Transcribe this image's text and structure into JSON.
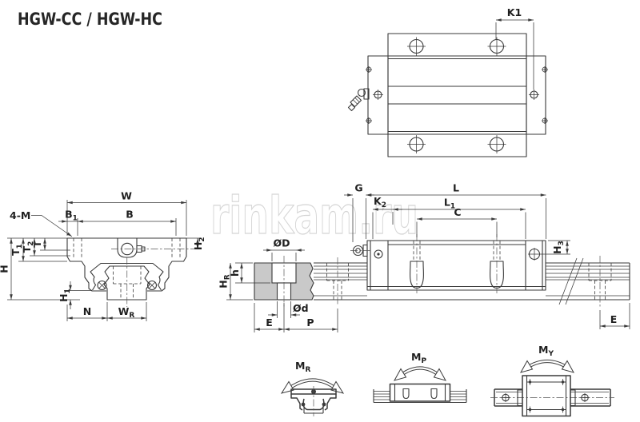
{
  "title": "HGW-CC / HGW-HC",
  "watermark": "rinkam.ru",
  "colors": {
    "line": "#3a3a3a",
    "text": "#1f1f1f",
    "rail_fill": "#c9c9c9",
    "watermark": "#d4d4d4"
  },
  "top_view": {
    "k1": "K1"
  },
  "front_view": {
    "w": "W",
    "b": "B",
    "b1": {
      "m": "B",
      "s": "1"
    },
    "m4": "4-M",
    "t": "T",
    "t1": {
      "m": "T",
      "s": "1"
    },
    "t2": {
      "m": "T",
      "s": "2"
    },
    "h": "H",
    "h1": {
      "m": "H",
      "s": "1"
    },
    "h2": {
      "m": "H",
      "s": "2"
    },
    "n": "N",
    "wr": {
      "m": "W",
      "s": "R"
    }
  },
  "rail_section": {
    "d_outer": "ØD",
    "d_inner": "Ød",
    "hr": {
      "m": "H",
      "s": "R"
    },
    "h": "h",
    "e": "E",
    "p": "P"
  },
  "side_view": {
    "g": "G",
    "l": "L",
    "l1": {
      "m": "L",
      "s": "1"
    },
    "c": "C",
    "k2": {
      "m": "K",
      "s": "2"
    },
    "h3": {
      "m": "H",
      "s": "3"
    },
    "e": "E"
  },
  "moments": {
    "mr": {
      "m": "M",
      "s": "R"
    },
    "mp": {
      "m": "M",
      "s": "P"
    },
    "my": {
      "m": "M",
      "s": "Y"
    }
  }
}
